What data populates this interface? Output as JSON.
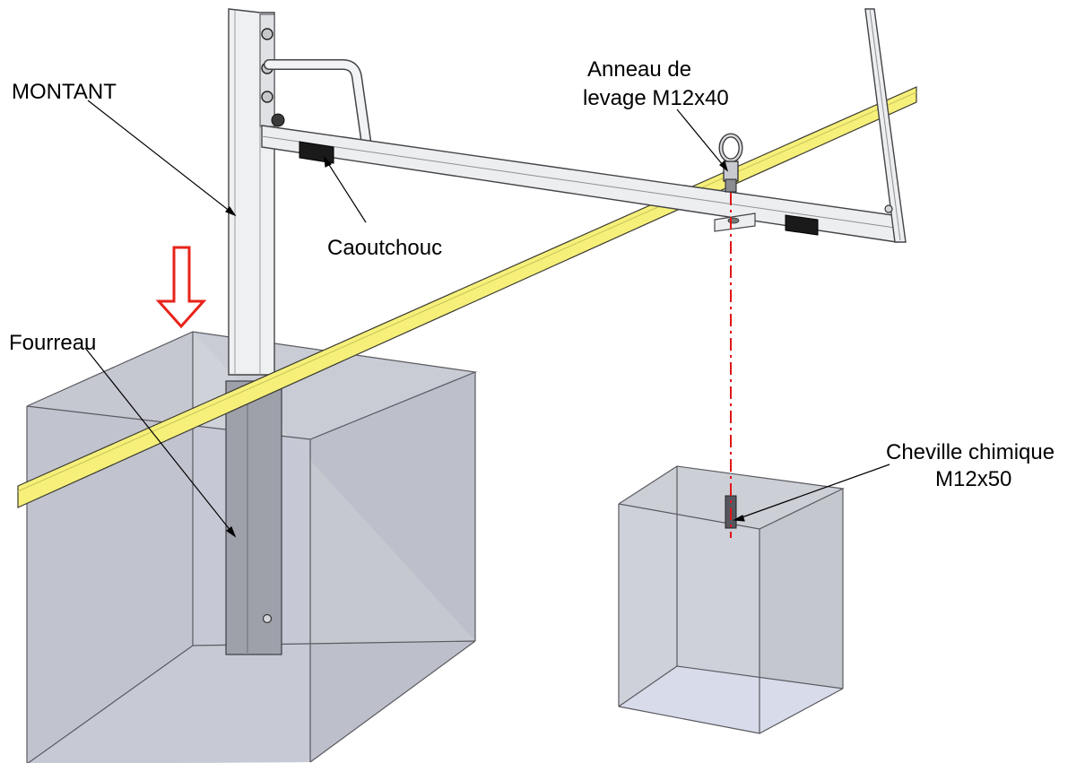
{
  "labels": {
    "montant": "MONTANT",
    "caoutchouc": "Caoutchouc",
    "fourreau": "Fourreau",
    "anneau_line1": "Anneau de",
    "anneau_line2": "levage M12x40",
    "cheville_line1": "Cheville chimique",
    "cheville_line2": "M12x50"
  },
  "icons": {
    "direction_arrow": "hollow-down-arrow-icon"
  },
  "colors": {
    "background": "#ffffff",
    "block_fill": "#c9cbd3",
    "block_floor": "#d8dcea",
    "block_edge": "#5a5a60",
    "tape": "#f6f07a",
    "tape_edge": "#3a3a30",
    "frame": "#eceef0",
    "frame_edge": "#444448",
    "arrow": "#e8231a",
    "axis_line": "#e01616",
    "rubber": "#1a1a1a",
    "callout_line": "#000000"
  }
}
